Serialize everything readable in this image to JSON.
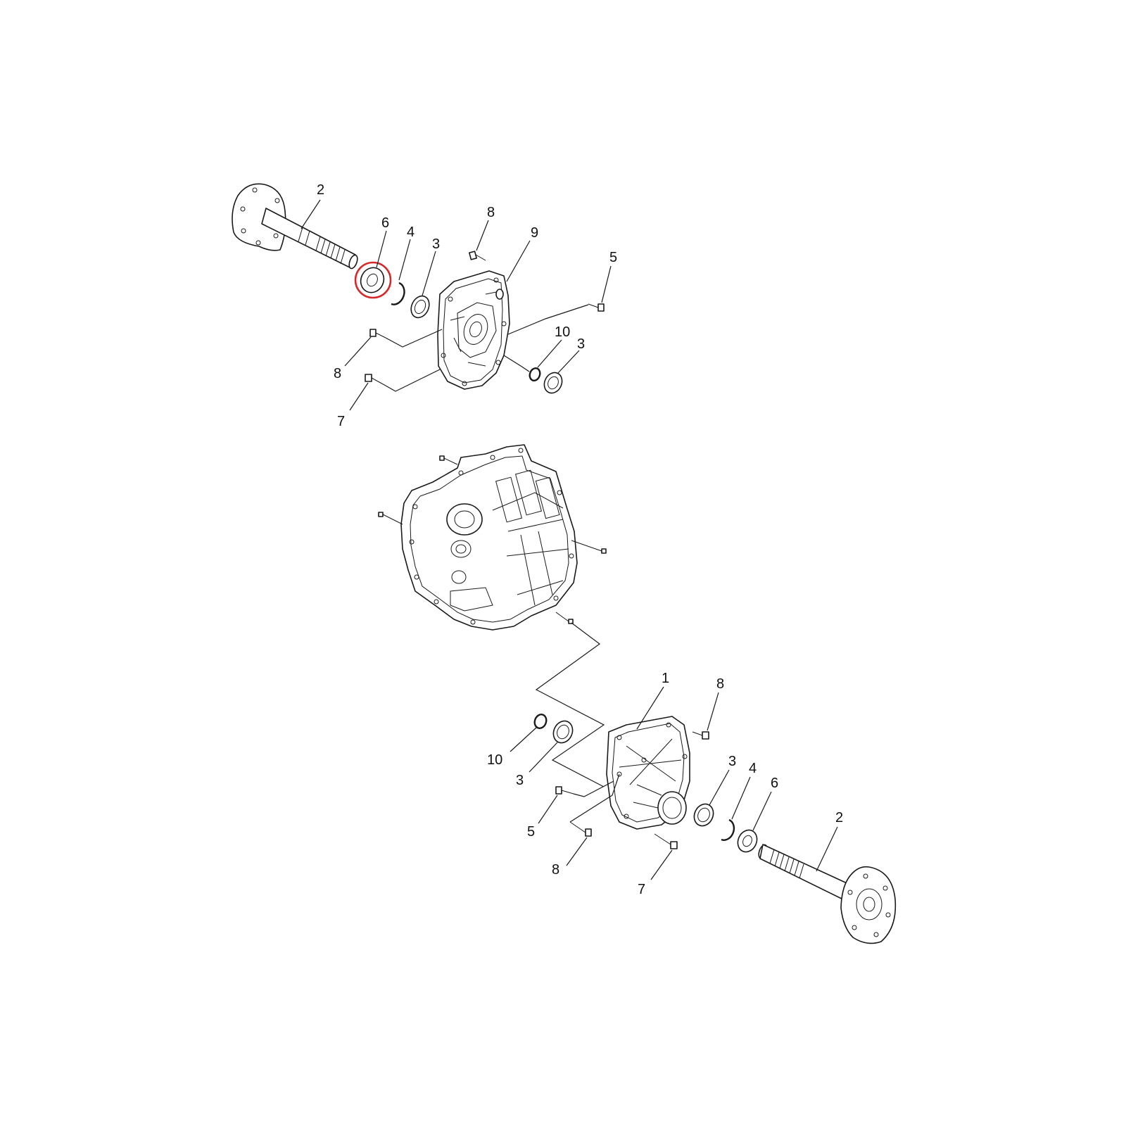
{
  "callouts": {
    "top": {
      "axle": "2",
      "washer": "6",
      "snap_ring": "4",
      "seal": "3",
      "bolt_upper": "8",
      "cover": "9",
      "bolt_right": "5",
      "ring_small": "10",
      "seal_lower": "3",
      "bolt_left": "8",
      "bolt_long": "7"
    },
    "bottom": {
      "cover": "1",
      "bolt_upper": "8",
      "ring_small": "10",
      "seal_left": "3",
      "seal_right": "3",
      "snap_ring": "4",
      "washer": "6",
      "axle": "2",
      "bolt_short": "5",
      "bolt_left": "8",
      "bolt_long": "7"
    }
  },
  "highlight": {
    "part": "6",
    "color": "#d62828"
  },
  "colors": {
    "line": "#1a1a1a",
    "background": "#ffffff"
  }
}
